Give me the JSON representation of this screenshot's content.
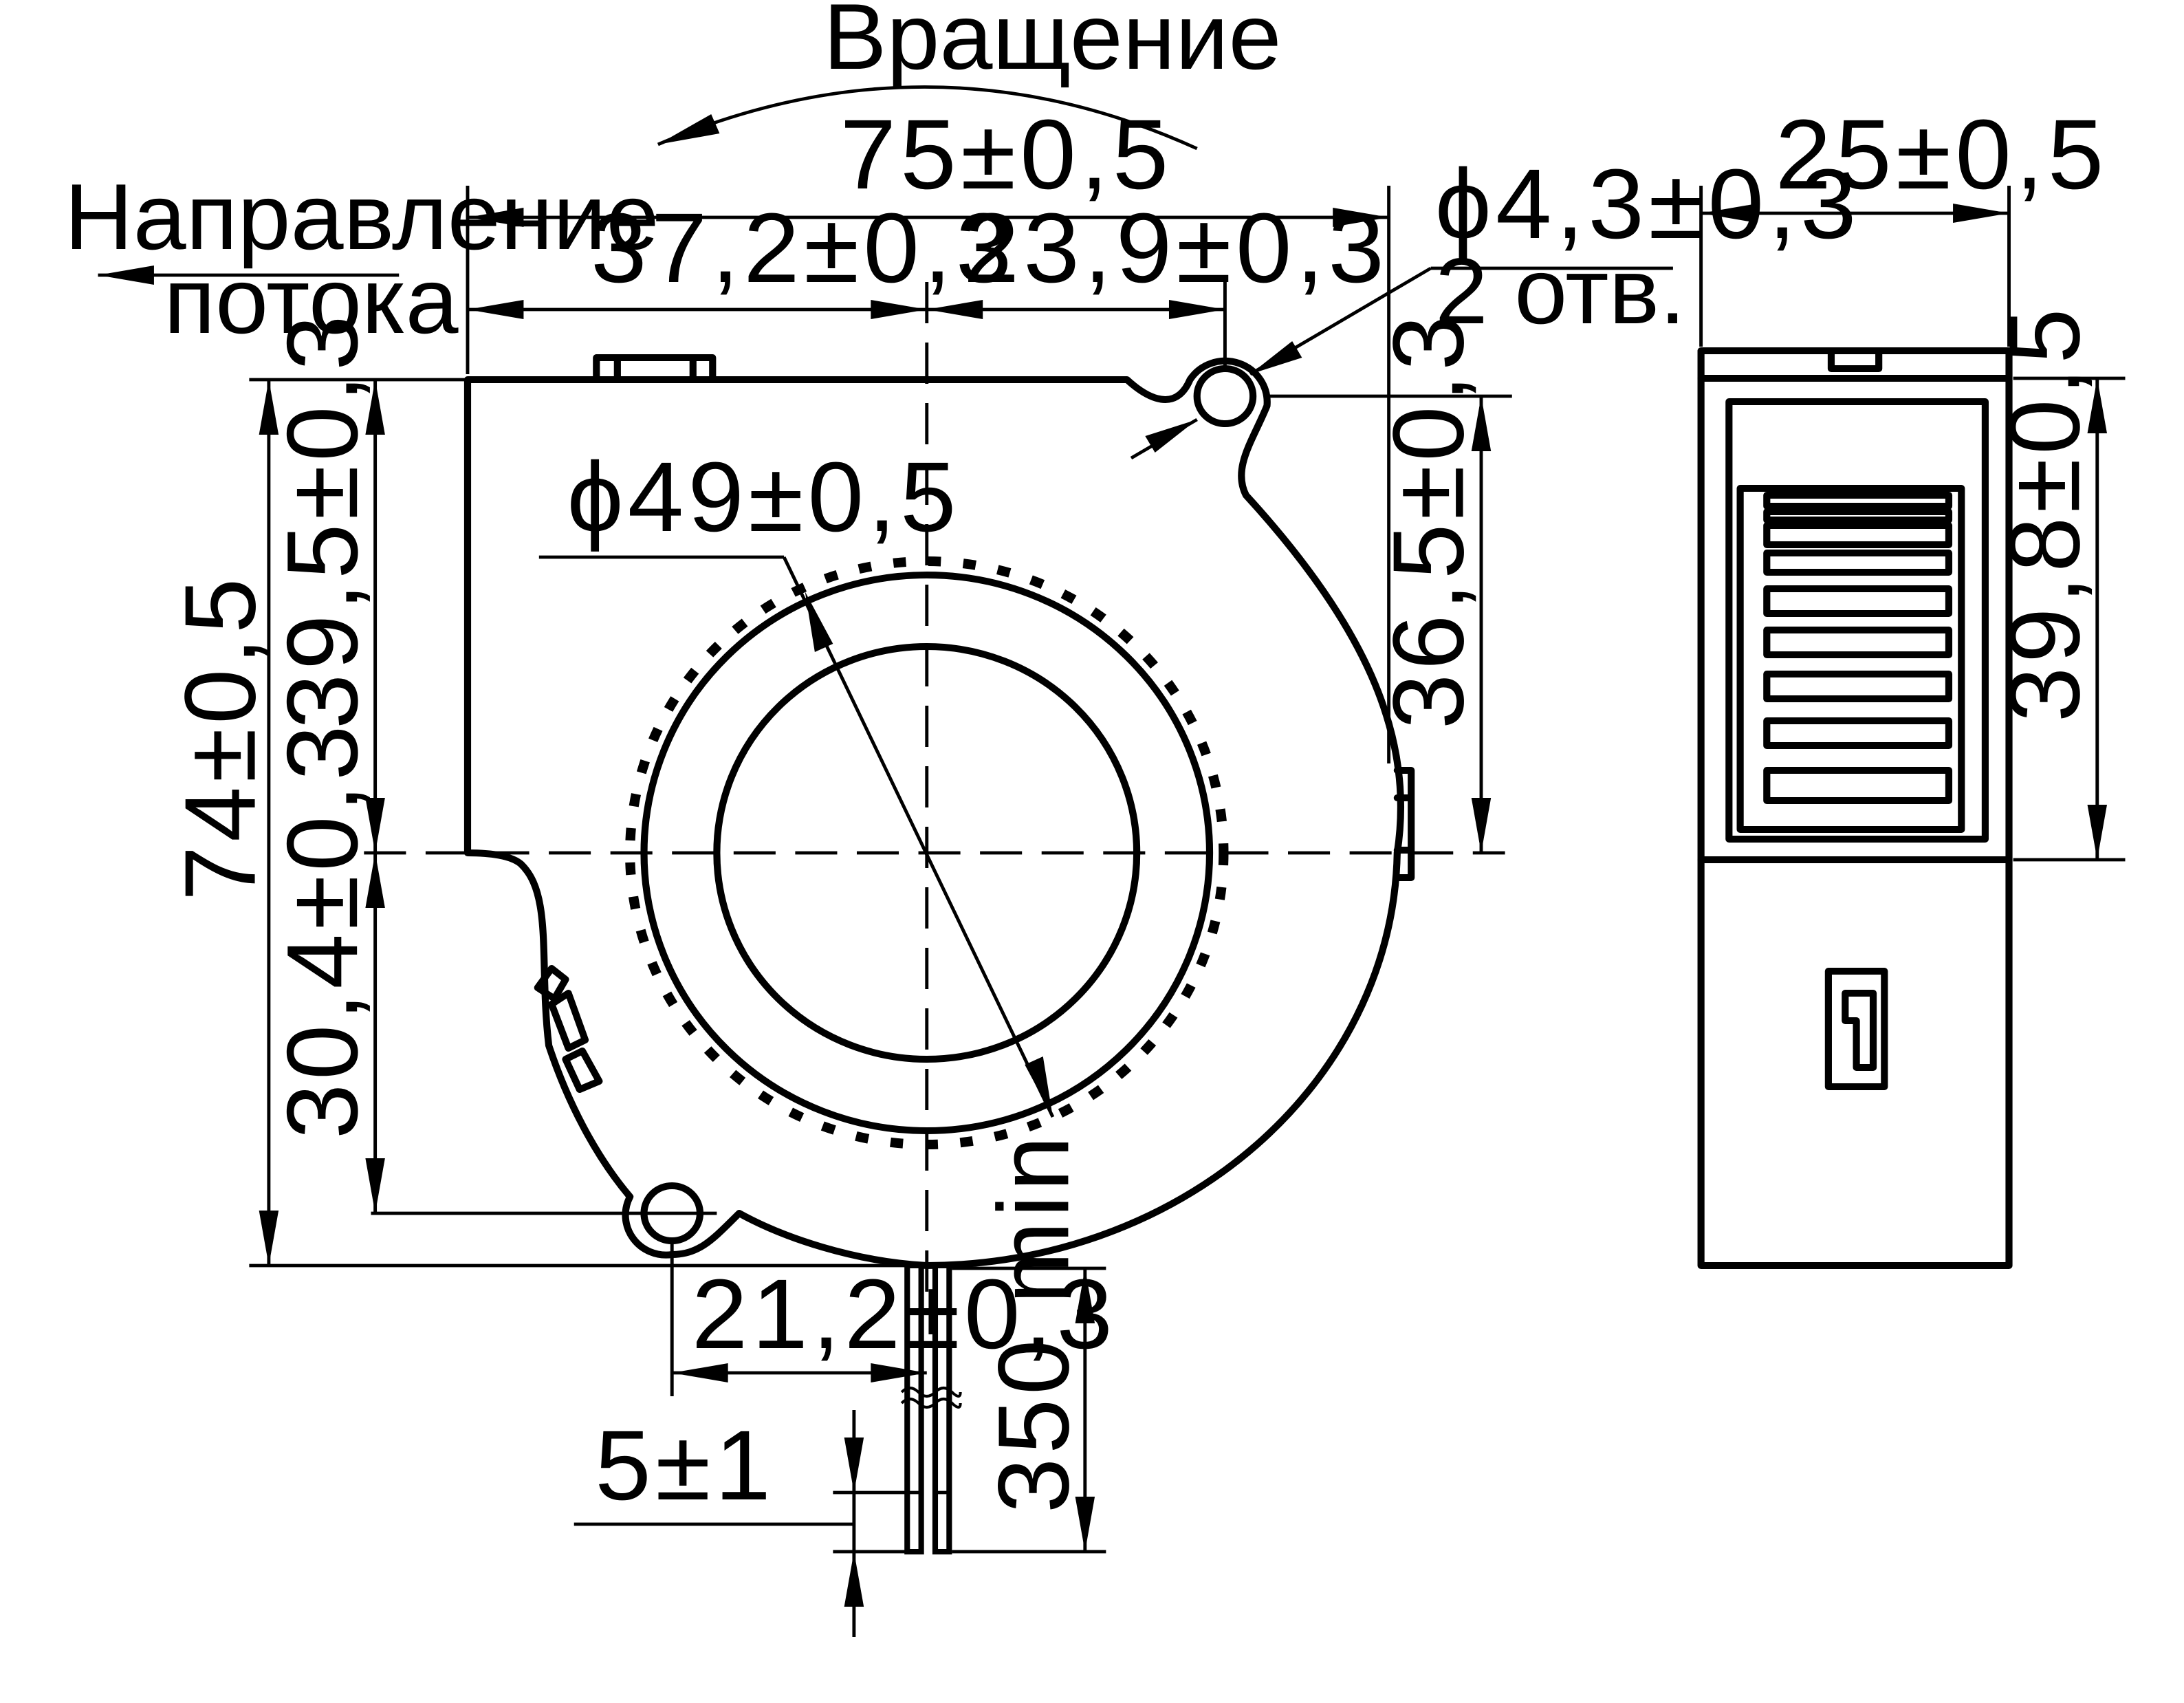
{
  "labels": {
    "rotation": "Вращение",
    "flow_line1": "Направление",
    "flow_line2": "потока",
    "holes_count": "2 отв."
  },
  "dimensions": {
    "overall_width": "75±0,5",
    "hub_to_left": "37,2±0,3",
    "hub_to_hole": "23,9±0,3",
    "hole_diameter": "ϕ4,3±0,3",
    "impeller_diameter": "ϕ49±0,5",
    "overall_height": "74±0,5",
    "top_to_center": "39,5±0,3",
    "center_to_hole": "30,4±0,3",
    "hole_to_center_right": "36,5±0,3",
    "depth": "25±0,5",
    "side_top_to_center": "39,8±0,5",
    "lower_hole_to_wire": "21,2±0,3",
    "wire_length": "350 min",
    "strip_length": "5±1"
  }
}
